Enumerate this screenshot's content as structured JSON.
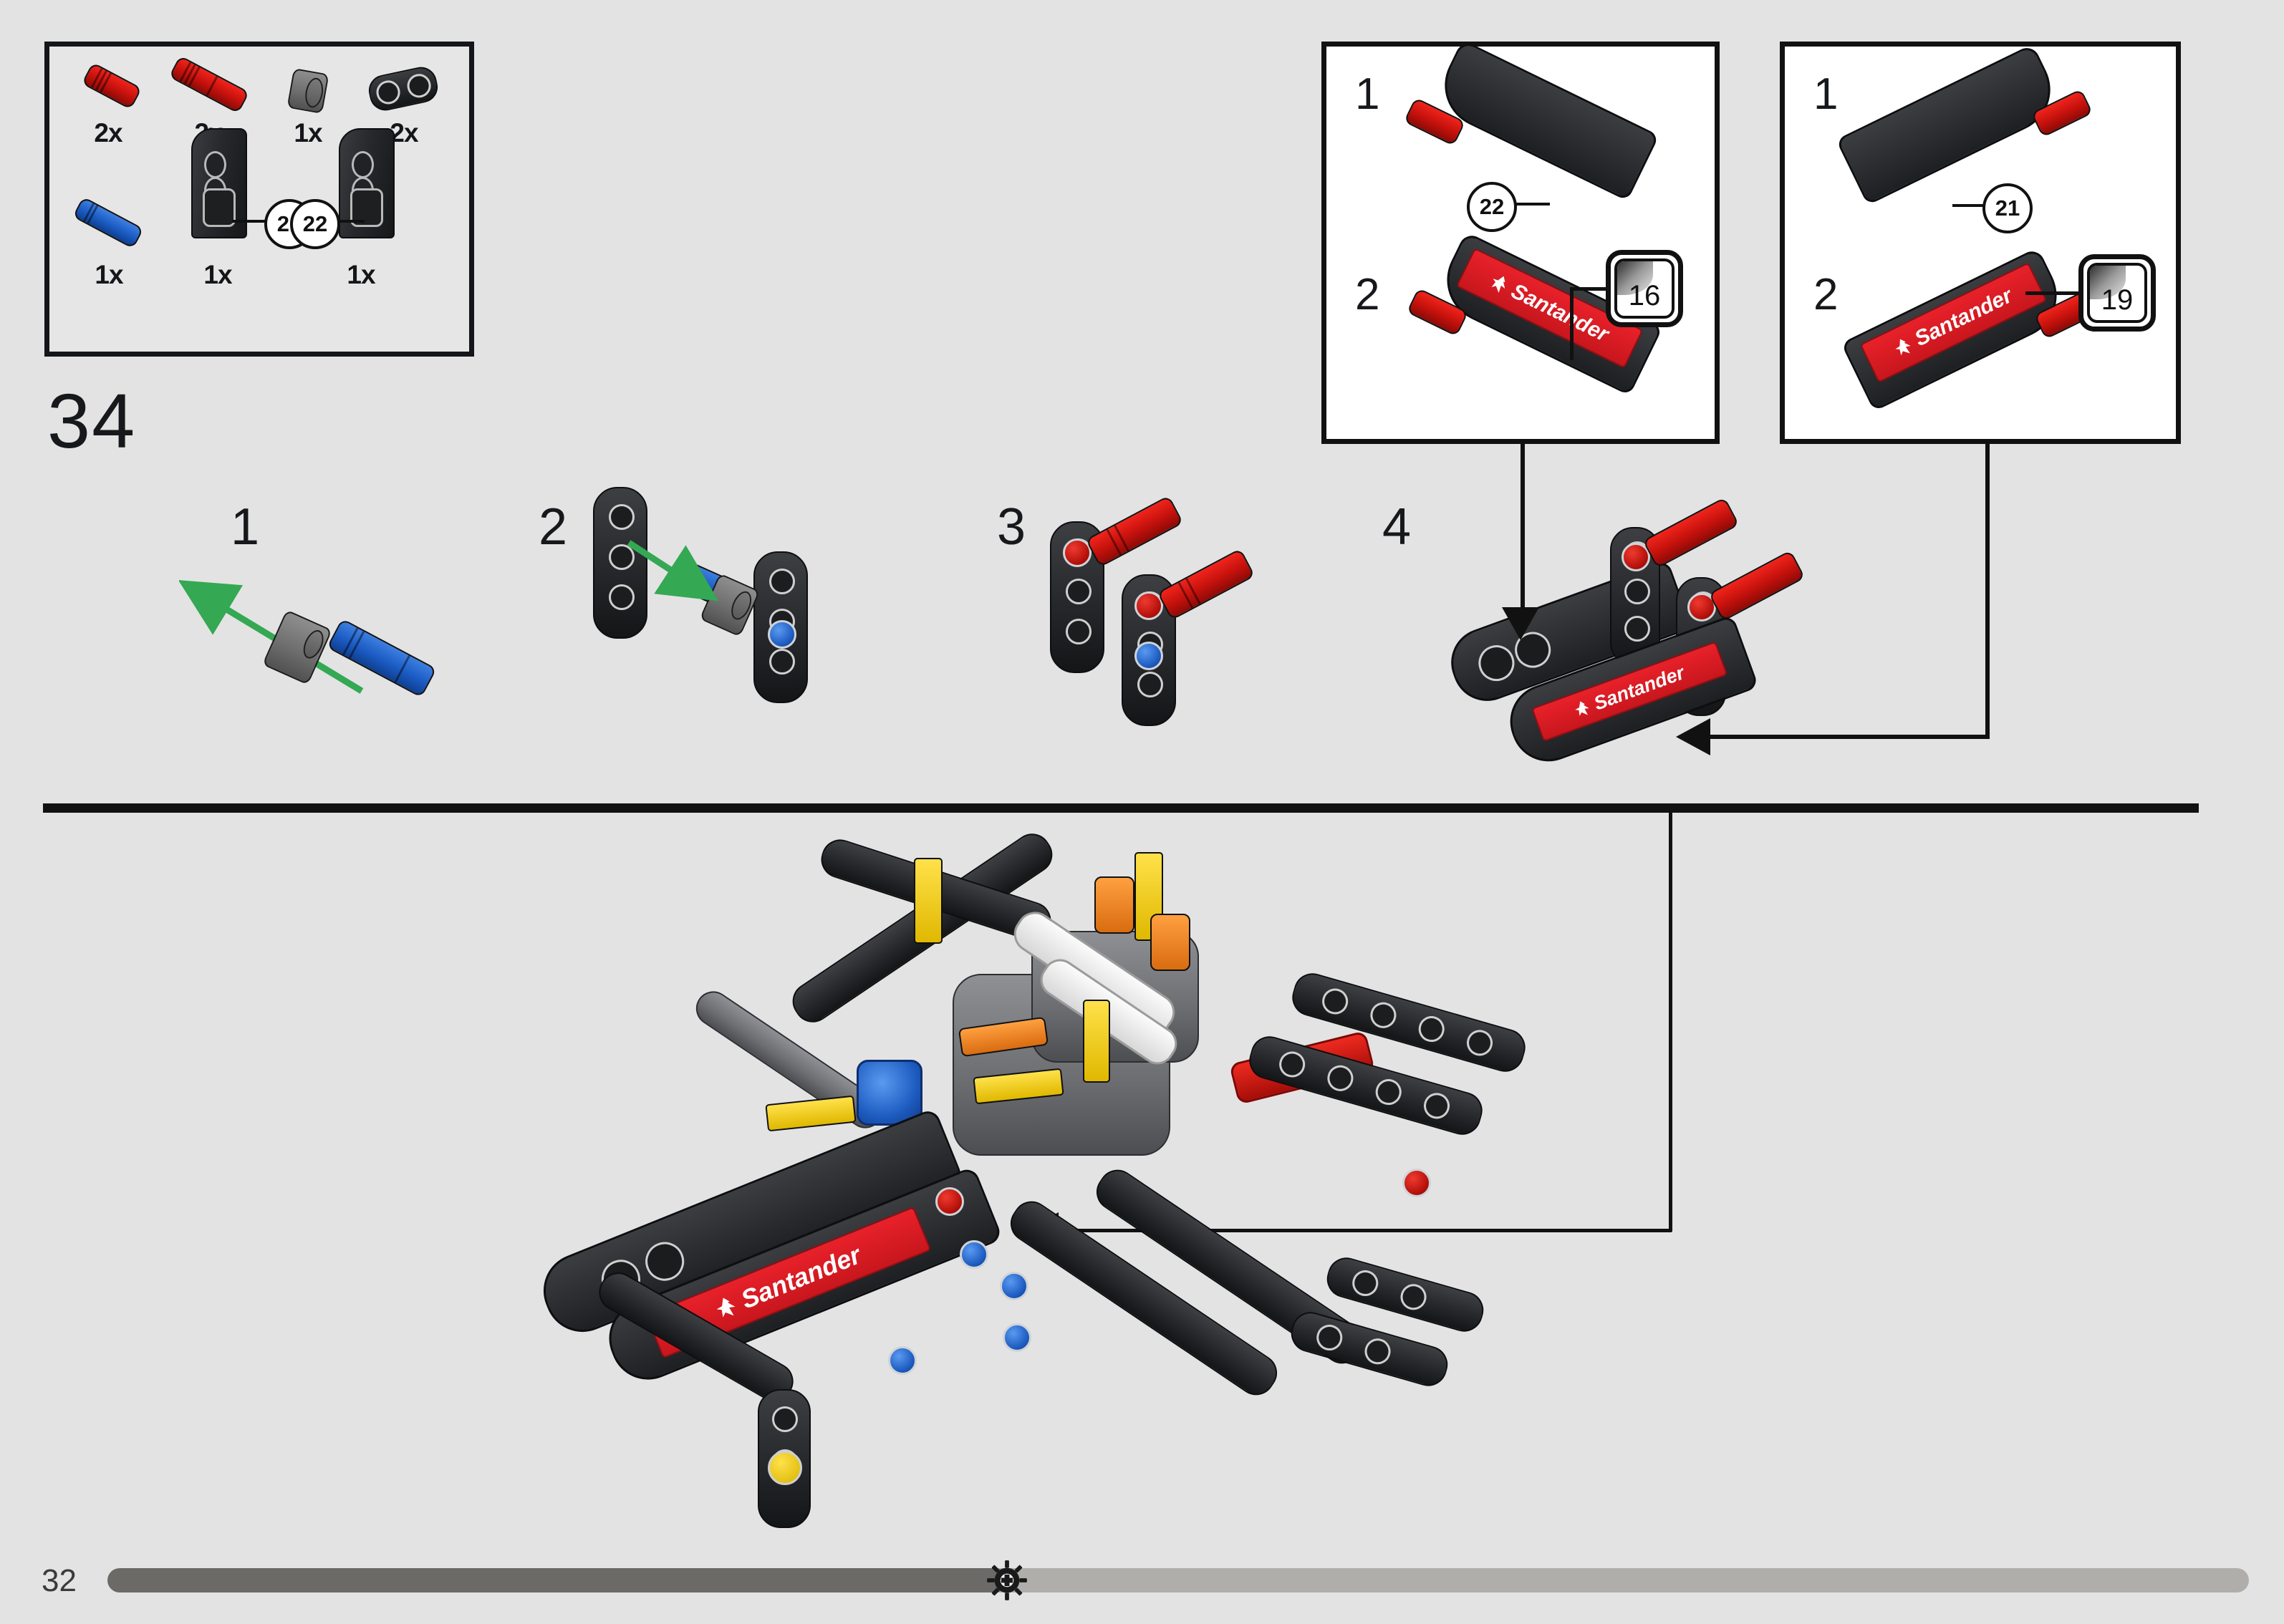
{
  "page": {
    "number": "32",
    "step_number": "34",
    "background_color": "#e3e3e3",
    "ink_color": "#16181b"
  },
  "parts_inventory": {
    "items": [
      {
        "qty": "2x",
        "icon": "red-pin-short",
        "color": "#d6140e"
      },
      {
        "qty": "2x",
        "icon": "red-pin-long",
        "color": "#d6140e"
      },
      {
        "qty": "1x",
        "icon": "grey-bushing",
        "color": "#6f6f6f"
      },
      {
        "qty": "2x",
        "icon": "black-beam-2holes",
        "color": "#232528"
      },
      {
        "qty": "1x",
        "icon": "blue-axle-pin",
        "color": "#1b5bc4"
      },
      {
        "qty": "1x",
        "icon": "black-wing-panel-left",
        "color": "#26282b",
        "callout": "21"
      },
      {
        "qty": "1x",
        "icon": "black-wing-panel-right",
        "color": "#26282b",
        "callout": "22"
      }
    ]
  },
  "substeps": [
    {
      "label": "1"
    },
    {
      "label": "2"
    },
    {
      "label": "3"
    },
    {
      "label": "4"
    }
  ],
  "sticker_panels": [
    {
      "id": "panel-left",
      "steps": [
        {
          "label": "1",
          "part_callout": "22"
        },
        {
          "label": "2",
          "sticker_number": "16",
          "brand_text": "Santander"
        }
      ]
    },
    {
      "id": "panel-right",
      "steps": [
        {
          "label": "1",
          "part_callout": "21"
        },
        {
          "label": "2",
          "sticker_number": "19",
          "brand_text": "Santander"
        }
      ]
    }
  ],
  "model": {
    "brand_text": "Santander",
    "colors": {
      "black": "#232528",
      "grey": "#6c6e72",
      "red": "#d6140e",
      "yellow": "#ffe14a",
      "orange": "#e8871c",
      "blue": "#1d5bc0",
      "white": "#f2f2f2"
    }
  },
  "progress": {
    "percent": 42,
    "marker_icon": "gear-icon"
  }
}
